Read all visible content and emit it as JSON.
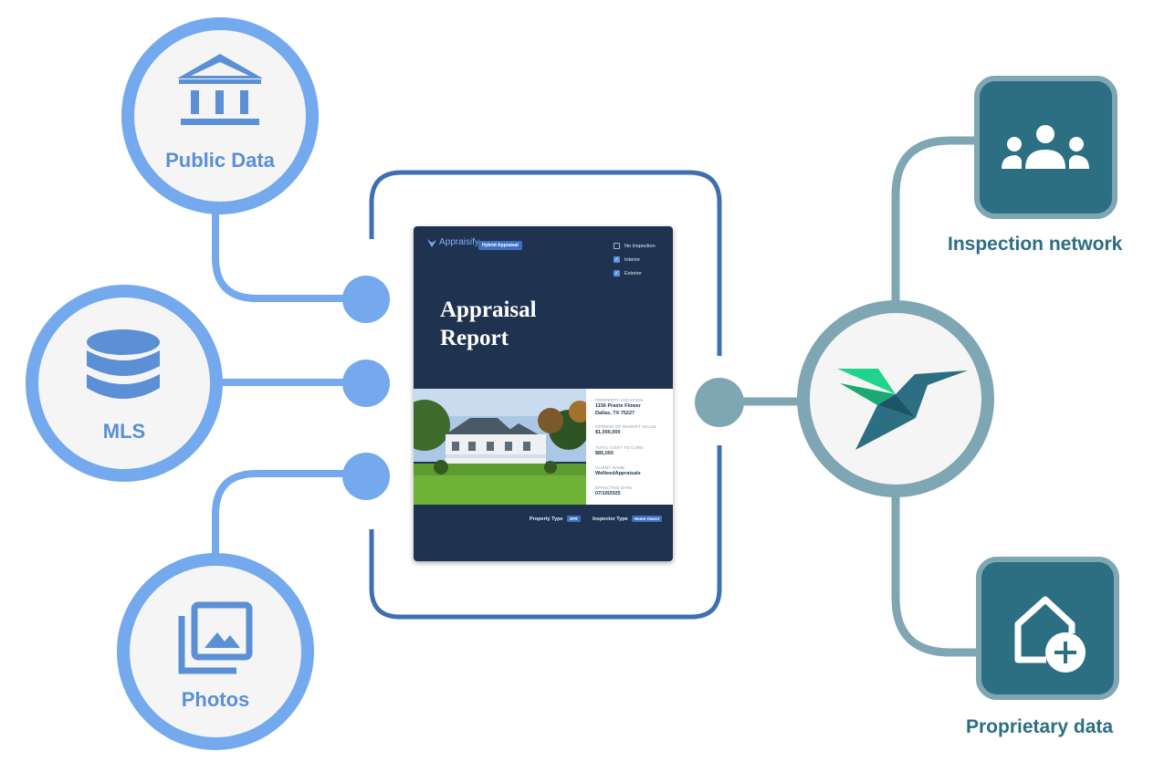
{
  "sources": {
    "public_data": {
      "label": "Public Data",
      "icon": "bank-icon"
    },
    "mls": {
      "label": "MLS",
      "icon": "database-icon"
    },
    "photos": {
      "label": "Photos",
      "icon": "photos-icon"
    }
  },
  "outputs": {
    "inspection_network": {
      "label": "Inspection network",
      "icon": "people-group-icon"
    },
    "proprietary_data": {
      "label": "Proprietary data",
      "icon": "house-plus-icon"
    }
  },
  "hub": {
    "icon": "hummingbird-logo-icon"
  },
  "report": {
    "brand": "Appraisify",
    "badge": "Hybrid Appraisal",
    "options": [
      {
        "label": "No Inspection",
        "checked": false
      },
      {
        "label": "Interior",
        "checked": true
      },
      {
        "label": "Exterior",
        "checked": true
      }
    ],
    "title_line1": "Appraisal",
    "title_line2": "Report",
    "fields": {
      "location": {
        "label": "PROPERTY LOCATION",
        "value1": "1156 Prairie Flower",
        "value2": "Dallas, TX 75227"
      },
      "market_value": {
        "label": "OPINION OF MARKET VALUE",
        "value": "$1,000,000"
      },
      "cost_to_cure": {
        "label": "TOTAL COST TO CURE",
        "value": "$85,000"
      },
      "client": {
        "label": "CLIENT NAME",
        "value": "WeNeedAppraisals"
      },
      "date": {
        "label": "EFFECTIVE DATE",
        "value": "07/10/2025"
      }
    },
    "footer": {
      "property_type_label": "Property Type",
      "property_type_value": "SFR",
      "inspector_type_label": "Inspector Type",
      "inspector_type_value": "Home Owner"
    }
  },
  "colors": {
    "source_blue": "#74a9ee",
    "connector_blue": "#3f6fb0",
    "teal": "#2c6e82",
    "hub_ring": "#7fa6b3",
    "report_navy": "#1f3350",
    "logo_green": "#1fd58c"
  }
}
